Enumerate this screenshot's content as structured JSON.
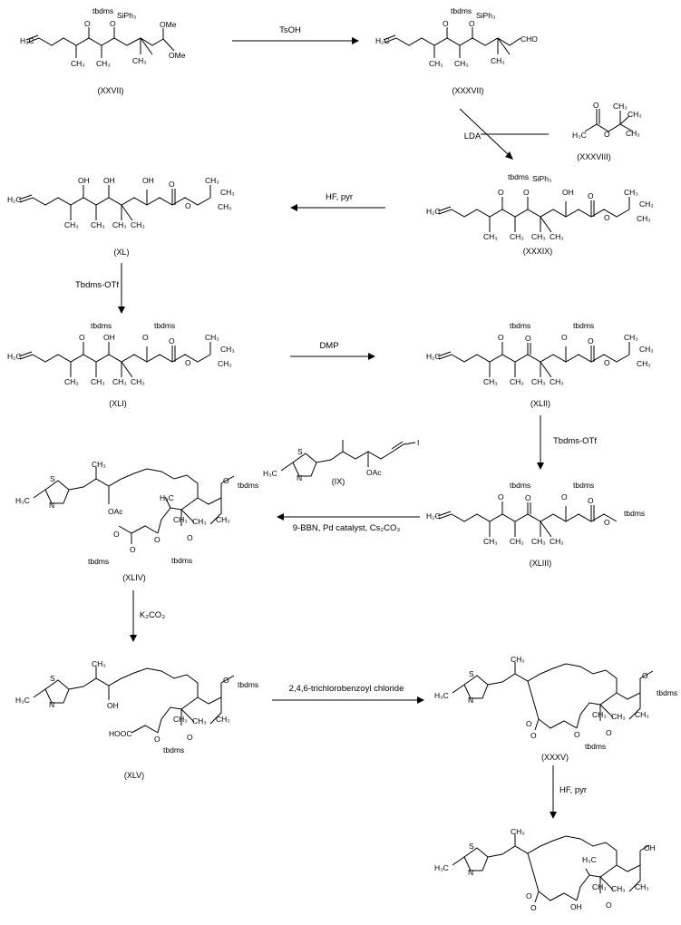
{
  "compounds": {
    "xxvii": "(XXVII)",
    "xxxvii": "(XXXVII)",
    "xxxviii": "(XXXVIII)",
    "xxxix": "(XXXIX)",
    "xl": "(XL)",
    "xli": "(XLI)",
    "xlii": "(XLII)",
    "xliii": "(XLIII)",
    "ix": "(IX)",
    "xliv": "(XLIV)",
    "xlv": "(XLV)",
    "xxxv": "(XXXV)"
  },
  "reagents": {
    "step1": "TsOH",
    "step2": "LDA",
    "step3": "HF, pyr",
    "step4": "Tbdms-OTf",
    "step5": "DMP",
    "step6": "Tbdms-OTf",
    "step7": "9-BBN, Pd catalyst, Cs₂CO₃",
    "step8": "K₂CO₃",
    "step9": "2,4,6-trichlorobenzoyl chloride",
    "step10": "HF, pyr"
  },
  "atoms": {
    "tbdms": "tbdms",
    "siph3": "SiPh₃",
    "ome": "OMe",
    "cho": "CHO",
    "oh": "OH",
    "o": "O",
    "ch3": "CH₃",
    "h3c": "H₃C",
    "h2c": "H₂C",
    "oac": "OAc",
    "hooc": "HOOC",
    "s": "S",
    "n": "N",
    "i": "I"
  }
}
